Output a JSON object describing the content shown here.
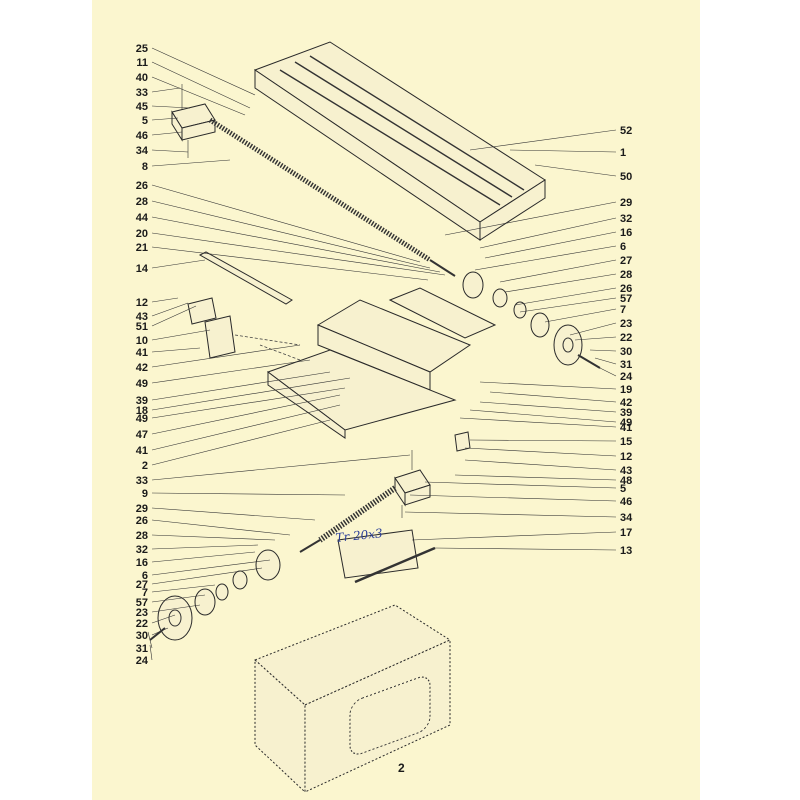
{
  "page_number": "2",
  "handwritten_note": "Tr 20x3",
  "left_callouts": [
    "25",
    "11",
    "40",
    "33",
    "45",
    "5",
    "46",
    "34",
    "8",
    "26",
    "28",
    "44",
    "20",
    "21",
    "14",
    "12",
    "43",
    "51",
    "10",
    "41",
    "42",
    "49",
    "39",
    "18",
    "49",
    "47",
    "41",
    "2",
    "33",
    "9",
    "29",
    "26",
    "28",
    "32",
    "16",
    "6",
    "27",
    "7",
    "57",
    "23",
    "22",
    "30",
    "31",
    "24"
  ],
  "right_callouts": [
    "52",
    "1",
    "50",
    "29",
    "32",
    "16",
    "6",
    "27",
    "28",
    "26",
    "57",
    "7",
    "23",
    "22",
    "30",
    "31",
    "24",
    "19",
    "42",
    "39",
    "49",
    "41",
    "15",
    "12",
    "43",
    "48",
    "5",
    "46",
    "34",
    "17",
    "13"
  ]
}
